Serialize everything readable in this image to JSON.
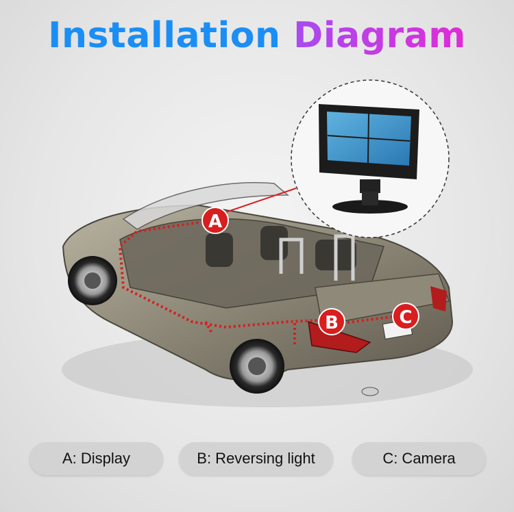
{
  "title": {
    "word1": "Installation",
    "word2": "Diagram"
  },
  "markers": [
    {
      "letter": "A",
      "color": "#d81e1e"
    },
    {
      "letter": "B",
      "color": "#d81e1e"
    },
    {
      "letter": "C",
      "color": "#d81e1e"
    }
  ],
  "legend": [
    {
      "text": "A: Display"
    },
    {
      "text": "B: Reversing light"
    },
    {
      "text": "C: Camera"
    }
  ],
  "colors": {
    "title_blue": "#1a8ef5",
    "title_purple": "#c03ae6",
    "wire_red": "#d81e1e",
    "pill_bg": "#d3d3d3"
  }
}
